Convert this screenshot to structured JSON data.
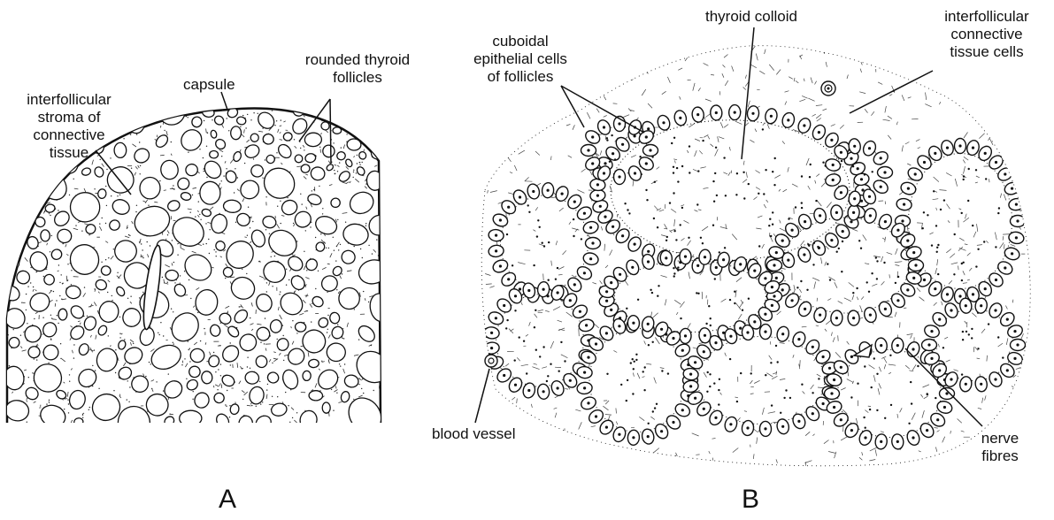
{
  "panels": {
    "a": {
      "letter": "A",
      "labels": {
        "stroma": "interfollicular\nstroma of\nconnective\ntissue",
        "capsule": "capsule",
        "follicles": "rounded thyroid\nfollicles"
      }
    },
    "b": {
      "letter": "B",
      "labels": {
        "epithelial": "cuboidal\nepithelial cells\nof follicles",
        "colloid": "thyroid colloid",
        "connective": "interfollicular\nconnective\ntissue cells",
        "vessel": "blood vessel",
        "nerve": "nerve\nfibres"
      }
    }
  },
  "colors": {
    "ink": "#111111",
    "paper": "#ffffff"
  }
}
